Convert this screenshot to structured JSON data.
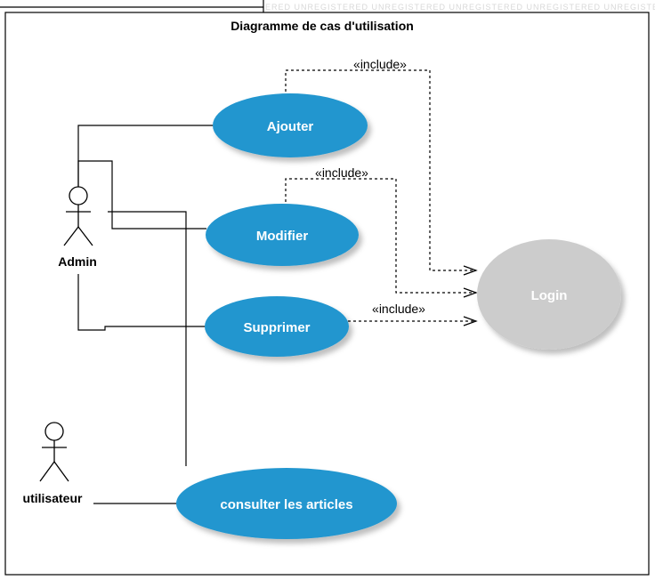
{
  "diagram": {
    "title": "Diagramme de cas d'utilisation",
    "watermark": "ERED  UNREGISTERED  UNREGISTERED  UNREGISTERED  UNREGISTERED  UNREGISTERED  UNREG"
  },
  "actors": {
    "admin": {
      "label": "Admin"
    },
    "user": {
      "label": "utilisateur"
    }
  },
  "use_cases": {
    "ajouter": {
      "label": "Ajouter",
      "color": "#2196cf"
    },
    "modifier": {
      "label": "Modifier",
      "color": "#2196cf"
    },
    "supprimer": {
      "label": "Supprimer",
      "color": "#2196cf"
    },
    "consulter": {
      "label": "consulter les articles",
      "color": "#2196cf"
    },
    "login": {
      "label": "Login",
      "color": "#cccccc"
    }
  },
  "relations": {
    "include_ajouter": "«include»",
    "include_modifier": "«include»",
    "include_supprimer": "«include»"
  }
}
